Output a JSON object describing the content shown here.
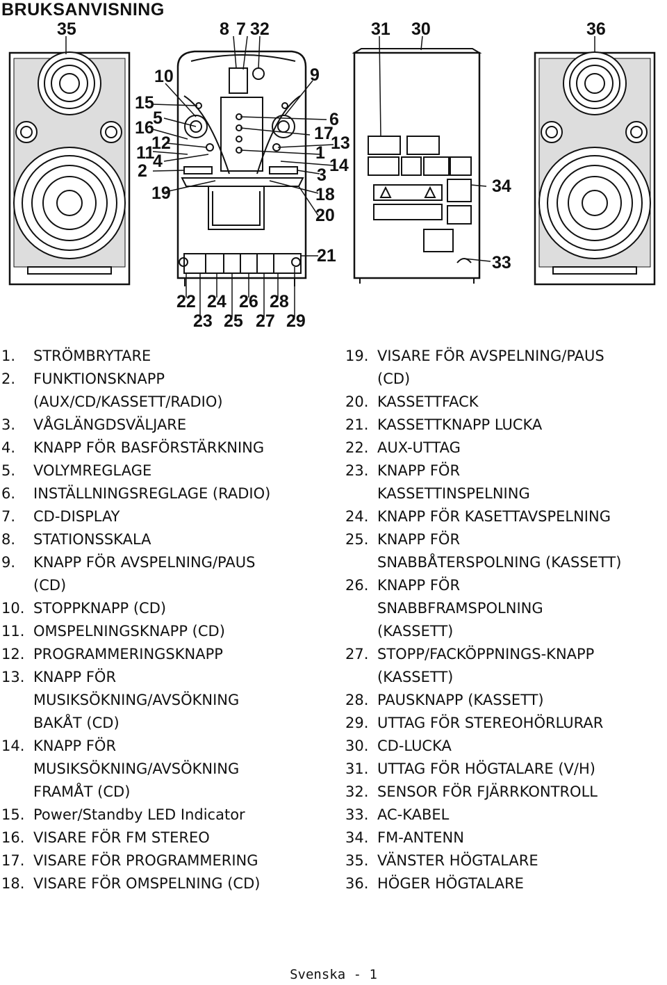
{
  "document": {
    "heading": "BRUKSANVISNING",
    "footer": "Svenska - 1"
  },
  "figure": {
    "callouts": {
      "c35": "35",
      "c8": "8",
      "c7": "7",
      "c32": "32",
      "c31": "31",
      "c30": "30",
      "c36": "36",
      "c10": "10",
      "c9": "9",
      "c15": "15",
      "c5": "5",
      "c16": "16",
      "c6": "6",
      "c12": "12",
      "c17": "17",
      "c13": "13",
      "c11": "11",
      "c4": "4",
      "c1": "1",
      "c14": "14",
      "c2": "2",
      "c3": "3",
      "c19": "19",
      "c18": "18",
      "c20": "20",
      "c34": "34",
      "c21": "21",
      "c33": "33",
      "c22": "22",
      "c24": "24",
      "c26": "26",
      "c28": "28",
      "c23": "23",
      "c25": "25",
      "c27": "27",
      "c29": "29"
    }
  },
  "parts_left": [
    {
      "num": "1.",
      "lines": [
        "STRÖMBRYTARE"
      ]
    },
    {
      "num": "2.",
      "lines": [
        "FUNKTIONSKNAPP",
        "(AUX/CD/KASSETT/RADIO)"
      ]
    },
    {
      "num": "3.",
      "lines": [
        "VÅGLÄNGDSVÄLJARE"
      ]
    },
    {
      "num": "4.",
      "lines": [
        "KNAPP FÖR BASFÖRSTÄRKNING"
      ]
    },
    {
      "num": "5.",
      "lines": [
        "VOLYMREGLAGE"
      ]
    },
    {
      "num": "6.",
      "lines": [
        "INSTÄLLNINGSREGLAGE (RADIO)"
      ]
    },
    {
      "num": "7.",
      "lines": [
        "CD-DISPLAY"
      ]
    },
    {
      "num": "8.",
      "lines": [
        "STATIONSSKALA"
      ]
    },
    {
      "num": "9.",
      "lines": [
        "KNAPP FÖR AVSPELNING/PAUS",
        "(CD)"
      ]
    },
    {
      "num": "10.",
      "lines": [
        "STOPPKNAPP (CD)"
      ]
    },
    {
      "num": "11.",
      "lines": [
        "OMSPELNINGSKNAPP (CD)"
      ]
    },
    {
      "num": "12.",
      "lines": [
        "PROGRAMMERINGSKNAPP"
      ]
    },
    {
      "num": "13.",
      "lines": [
        "KNAPP FÖR",
        "MUSIKSÖKNING/AVSÖKNING",
        "BAKÅT (CD)"
      ]
    },
    {
      "num": "14.",
      "lines": [
        "KNAPP FÖR",
        "MUSIKSÖKNING/AVSÖKNING",
        "FRAMÅT (CD)"
      ]
    },
    {
      "num": "15.",
      "lines": [
        "Power/Standby LED Indicator"
      ]
    },
    {
      "num": "16.",
      "lines": [
        "VISARE FÖR FM STEREO"
      ]
    },
    {
      "num": "17.",
      "lines": [
        "VISARE FÖR PROGRAMMERING"
      ]
    },
    {
      "num": "18.",
      "lines": [
        "VISARE FÖR OMSPELNING (CD)"
      ]
    }
  ],
  "parts_right": [
    {
      "num": "19.",
      "lines": [
        "VISARE FÖR AVSPELNING/PAUS",
        "(CD)"
      ]
    },
    {
      "num": "20.",
      "lines": [
        "KASSETTFACK"
      ]
    },
    {
      "num": "21.",
      "lines": [
        "KASSETTKNAPP LUCKA"
      ]
    },
    {
      "num": "22.",
      "lines": [
        "AUX-UTTAG"
      ]
    },
    {
      "num": "23.",
      "lines": [
        "KNAPP FÖR",
        "KASSETTINSPELNING"
      ]
    },
    {
      "num": "24.",
      "lines": [
        "KNAPP FÖR KASETTAVSPELNING"
      ]
    },
    {
      "num": "25.",
      "lines": [
        "KNAPP FÖR",
        "SNABBÅTERSPOLNING (KASSETT)"
      ]
    },
    {
      "num": "26.",
      "lines": [
        "KNAPP FÖR",
        "SNABBFRAMSPOLNING",
        "(KASSETT)"
      ]
    },
    {
      "num": "27.",
      "lines": [
        "STOPP/FACKÖPPNINGS-KNAPP",
        "(KASSETT)"
      ]
    },
    {
      "num": "28.",
      "lines": [
        "PAUSKNAPP (KASSETT)"
      ]
    },
    {
      "num": "29.",
      "lines": [
        "UTTAG FÖR STEREOHÖRLURAR"
      ]
    },
    {
      "num": "30.",
      "lines": [
        "CD-LUCKA"
      ]
    },
    {
      "num": "31.",
      "lines": [
        "UTTAG FÖR HÖGTALARE (V/H)"
      ]
    },
    {
      "num": "32.",
      "lines": [
        "SENSOR FÖR FJÄRRKONTROLL"
      ]
    },
    {
      "num": "33.",
      "lines": [
        "AC-KABEL"
      ]
    },
    {
      "num": "34.",
      "lines": [
        "FM-ANTENN"
      ]
    },
    {
      "num": "35.",
      "lines": [
        "VÄNSTER HÖGTALARE"
      ]
    },
    {
      "num": "36.",
      "lines": [
        "HÖGER HÖGTALARE"
      ]
    }
  ]
}
